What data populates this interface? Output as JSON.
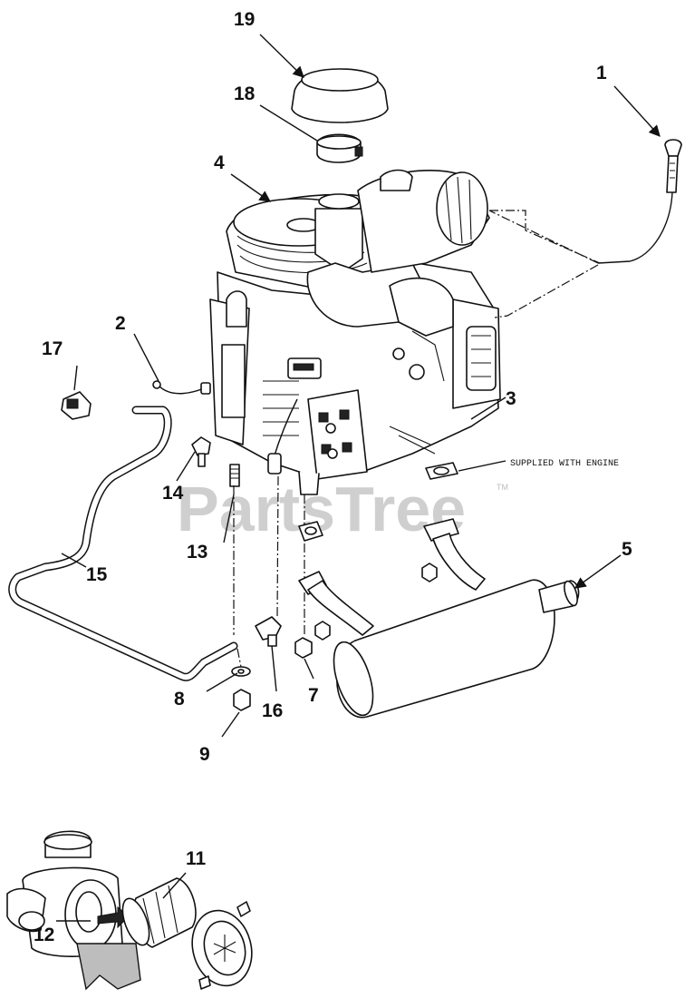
{
  "watermark": {
    "text": "PartsTree",
    "trademark": "TM"
  },
  "note": {
    "text": "SUPPLIED WITH ENGINE"
  },
  "callouts": {
    "c1": "1",
    "c2": "2",
    "c3": "3",
    "c4": "4",
    "c5": "5",
    "c7": "7",
    "c8": "8",
    "c9": "9",
    "c11": "11",
    "c12": "12",
    "c13": "13",
    "c14": "14",
    "c15": "15",
    "c16": "16",
    "c17": "17",
    "c18": "18",
    "c19": "19"
  }
}
